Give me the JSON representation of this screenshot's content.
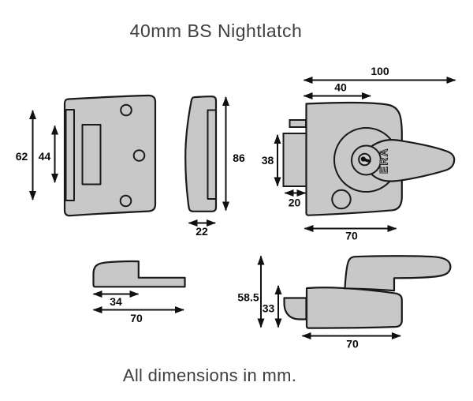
{
  "diagram": {
    "title": "40mm BS Nightlatch",
    "note": "All dimensions in mm.",
    "brand_logo": "ERA",
    "colors": {
      "part_fill": "#c8c8c8",
      "outline": "#1a1a1a",
      "dim_text": "#0a0a0a",
      "heading_text": "#3e3e3e"
    },
    "views": {
      "keep": {
        "overall_height": "62",
        "aperture_height": "44"
      },
      "case_profile": {
        "height": "86",
        "depth": "22"
      },
      "lock_front": {
        "overall_width": "100",
        "backset": "40",
        "bolt_height": "38",
        "bolt_throw": "20",
        "case_width": "70"
      },
      "latch_profile": {
        "bolt_section": "34",
        "overall_length": "70"
      },
      "lock_side": {
        "overall_height": "58.5",
        "case_height": "33",
        "case_width": "70"
      }
    }
  }
}
